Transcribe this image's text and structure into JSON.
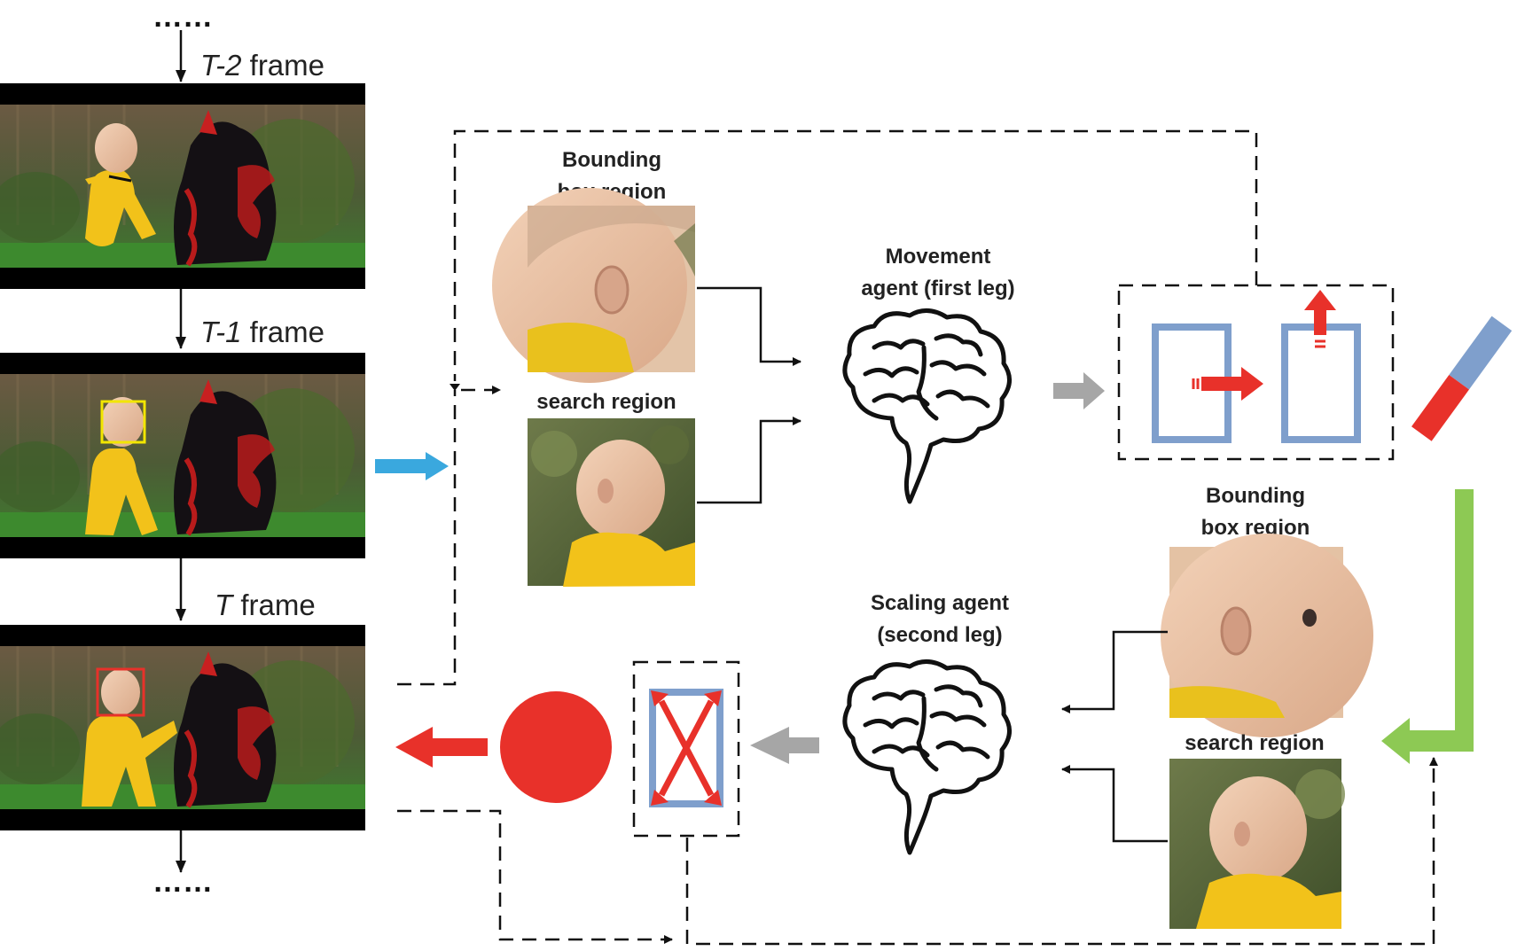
{
  "frames": {
    "top_ellipsis": "……",
    "bottom_ellipsis": "……",
    "t_minus_2": {
      "italic": "T-2",
      "rest": " frame"
    },
    "t_minus_1": {
      "italic": "T-1",
      "rest": " frame"
    },
    "t": {
      "italic": "T",
      "rest": " frame"
    }
  },
  "first_leg": {
    "bbox_label_line1": "Bounding",
    "bbox_label_line2": "box region",
    "search_label": "search region",
    "agent_line1": "Movement",
    "agent_line2": "agent (first leg)"
  },
  "second_leg": {
    "bbox_label_line1": "Bounding",
    "bbox_label_line2": "box region",
    "search_label": "search region",
    "agent_line1": "Scaling agent",
    "agent_line2": "(second leg)"
  },
  "colors": {
    "red": "#e8312a",
    "blue_box": "#7f9fcc",
    "green": "#8dc954",
    "cyan_arrow": "#3aa8de",
    "gray_arrow": "#a6a6a6",
    "yellow_box": "#f2e600",
    "suit_yellow": "#f2c21a"
  },
  "icons": [
    "brain-icon",
    "movement-action-icon",
    "scaling-action-icon",
    "stop-action-icon"
  ]
}
